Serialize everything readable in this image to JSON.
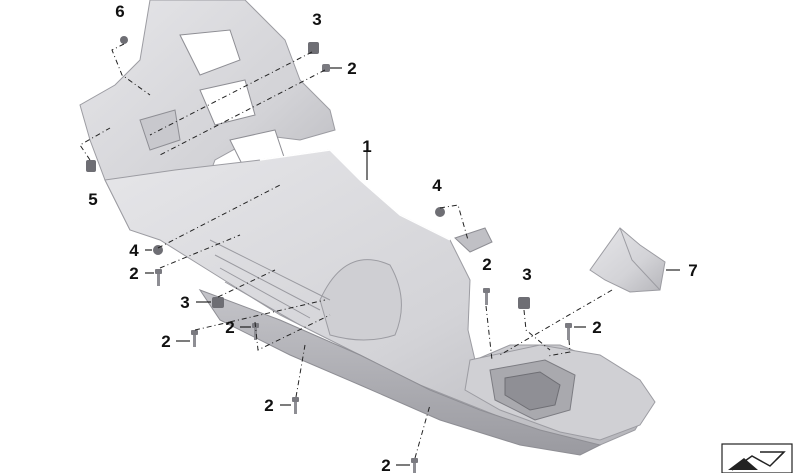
{
  "colors": {
    "part_fill": "#d9d9dc",
    "part_shade": "#b9b9be",
    "part_dark": "#8e8e94",
    "fastener": "#7a7a80",
    "ink": "#111111"
  },
  "callouts": [
    {
      "id": "c6",
      "label": "6"
    },
    {
      "id": "c3a",
      "label": "3"
    },
    {
      "id": "c2a",
      "label": "2"
    },
    {
      "id": "c5",
      "label": "5"
    },
    {
      "id": "c1",
      "label": "1"
    },
    {
      "id": "c4a",
      "label": "4"
    },
    {
      "id": "c4b",
      "label": "4"
    },
    {
      "id": "c2b",
      "label": "2"
    },
    {
      "id": "c3b",
      "label": "3"
    },
    {
      "id": "c2c",
      "label": "2"
    },
    {
      "id": "c2d",
      "label": "2"
    },
    {
      "id": "c2e",
      "label": "2"
    },
    {
      "id": "c3c",
      "label": "3"
    },
    {
      "id": "c7",
      "label": "7"
    },
    {
      "id": "c2f",
      "label": "2"
    },
    {
      "id": "c2g",
      "label": "2"
    },
    {
      "id": "c2h",
      "label": "2"
    }
  ],
  "icons": {
    "corner_symbol": "parts-catalog-symbol-icon"
  }
}
